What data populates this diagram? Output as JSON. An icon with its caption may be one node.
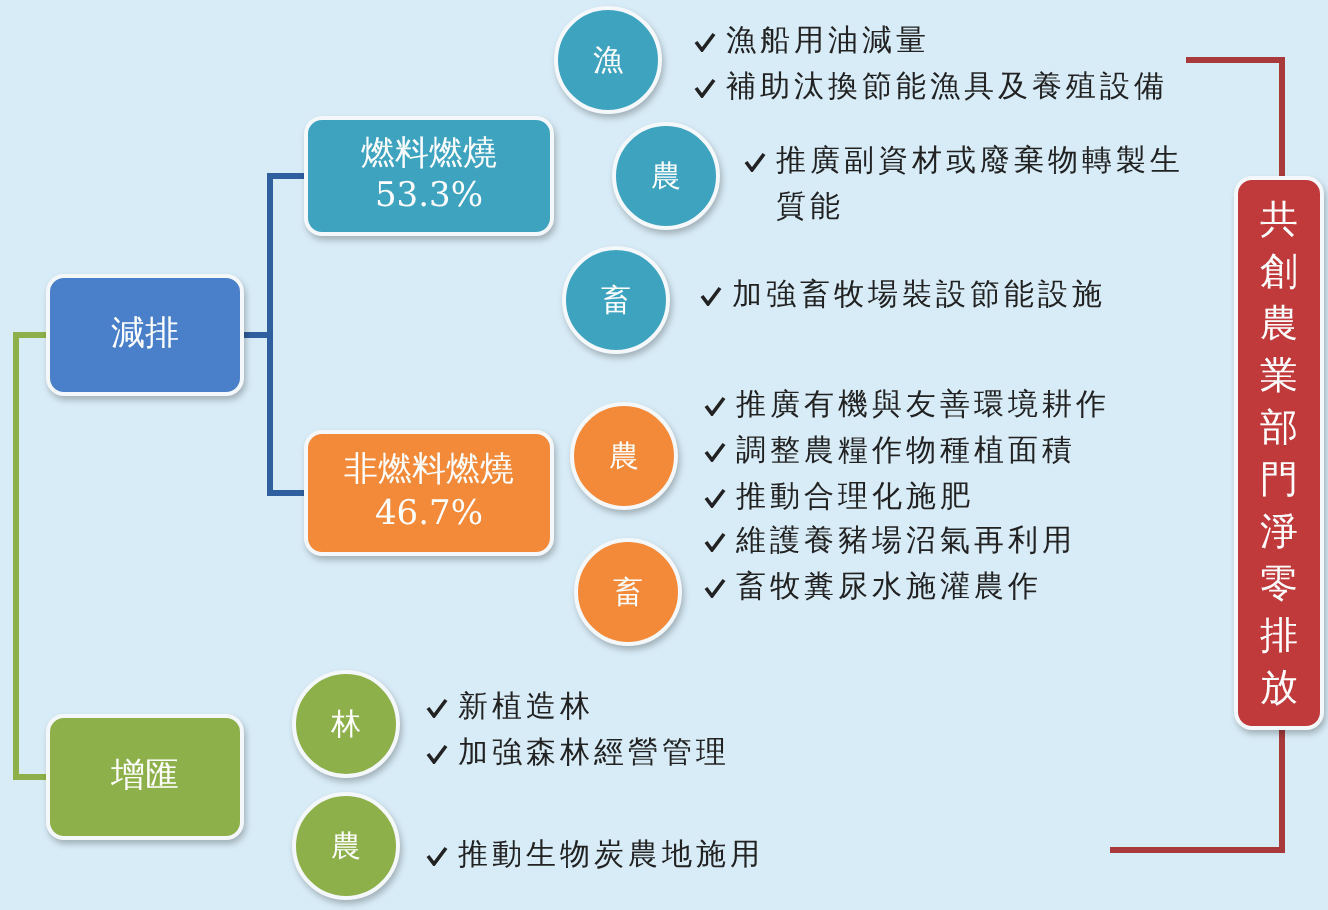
{
  "diagram": {
    "nodes": [
      {
        "text": [
          "減排"
        ]
      },
      {
        "text": [
          "燃料燃燒",
          "53.3%"
        ]
      },
      {
        "text": [
          "漁"
        ],
        "beside": [
          "漁船用油減量",
          "補助汰換節能漁具及養殖設備"
        ]
      },
      {
        "text": [
          "農"
        ],
        "beside": [
          "推廣副資材或廢棄物轉製生質能"
        ]
      },
      {
        "text": [
          "畜"
        ],
        "beside": [
          "加強畜牧場裝設節能設施"
        ]
      },
      {
        "text": [
          "非燃料燃燒",
          "46.7%"
        ]
      },
      {
        "text": [
          "農"
        ],
        "beside": [
          "推廣有機與友善環境耕作",
          "調整農糧作物種植面積",
          "推動合理化施肥"
        ]
      },
      {
        "text": [
          "畜"
        ],
        "beside": [
          "維護養豬場沼氣再利用",
          "畜牧糞尿水施灌農作"
        ]
      },
      {
        "text": [
          "增匯"
        ]
      },
      {
        "text": [
          "林"
        ],
        "beside": [
          "新植造林",
          "加強森林經營管理"
        ]
      },
      {
        "text": [
          "農"
        ],
        "beside": [
          "推動生物炭農地施用"
        ]
      },
      {
        "text": [
          "共創農業部門淨零排放"
        ]
      }
    ],
    "edges": [
      {
        "from": 0,
        "to": 1,
        "arrow": "none"
      },
      {
        "from": 0,
        "to": 5,
        "arrow": "none"
      },
      {
        "from": 0,
        "to": 8,
        "arrow": "none",
        "color": "#8db04a"
      }
    ]
  }
}
